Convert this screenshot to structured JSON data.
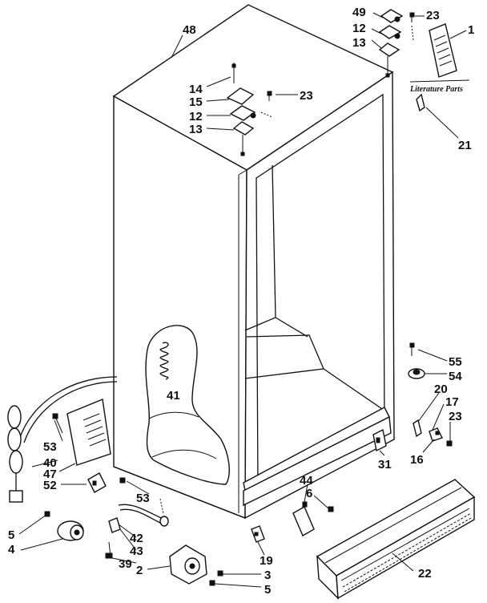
{
  "diagram": {
    "literature_label": "Literature Parts",
    "callouts": [
      {
        "id": "c48",
        "text": "48"
      },
      {
        "id": "c49",
        "text": "49"
      },
      {
        "id": "c23a",
        "text": "23"
      },
      {
        "id": "c1",
        "text": "1"
      },
      {
        "id": "c12a",
        "text": "12"
      },
      {
        "id": "c13a",
        "text": "13"
      },
      {
        "id": "c14",
        "text": "14"
      },
      {
        "id": "c15",
        "text": "15"
      },
      {
        "id": "c23b",
        "text": "23"
      },
      {
        "id": "c12b",
        "text": "12"
      },
      {
        "id": "c13b",
        "text": "13"
      },
      {
        "id": "c21",
        "text": "21"
      },
      {
        "id": "c41",
        "text": "41"
      },
      {
        "id": "c55",
        "text": "55"
      },
      {
        "id": "c54",
        "text": "54"
      },
      {
        "id": "c20",
        "text": "20"
      },
      {
        "id": "c17",
        "text": "17"
      },
      {
        "id": "c23c",
        "text": "23"
      },
      {
        "id": "c16",
        "text": "16"
      },
      {
        "id": "c31",
        "text": "31"
      },
      {
        "id": "c53a",
        "text": "53"
      },
      {
        "id": "c40",
        "text": "40"
      },
      {
        "id": "c47",
        "text": "47"
      },
      {
        "id": "c52",
        "text": "52"
      },
      {
        "id": "c53b",
        "text": "53"
      },
      {
        "id": "c44",
        "text": "44"
      },
      {
        "id": "c6",
        "text": "6"
      },
      {
        "id": "c5a",
        "text": "5"
      },
      {
        "id": "c4",
        "text": "4"
      },
      {
        "id": "c42",
        "text": "42"
      },
      {
        "id": "c43",
        "text": "43"
      },
      {
        "id": "c39",
        "text": "39"
      },
      {
        "id": "c19",
        "text": "19"
      },
      {
        "id": "c2",
        "text": "2"
      },
      {
        "id": "c3",
        "text": "3"
      },
      {
        "id": "c5b",
        "text": "5"
      },
      {
        "id": "c22",
        "text": "22"
      }
    ]
  }
}
